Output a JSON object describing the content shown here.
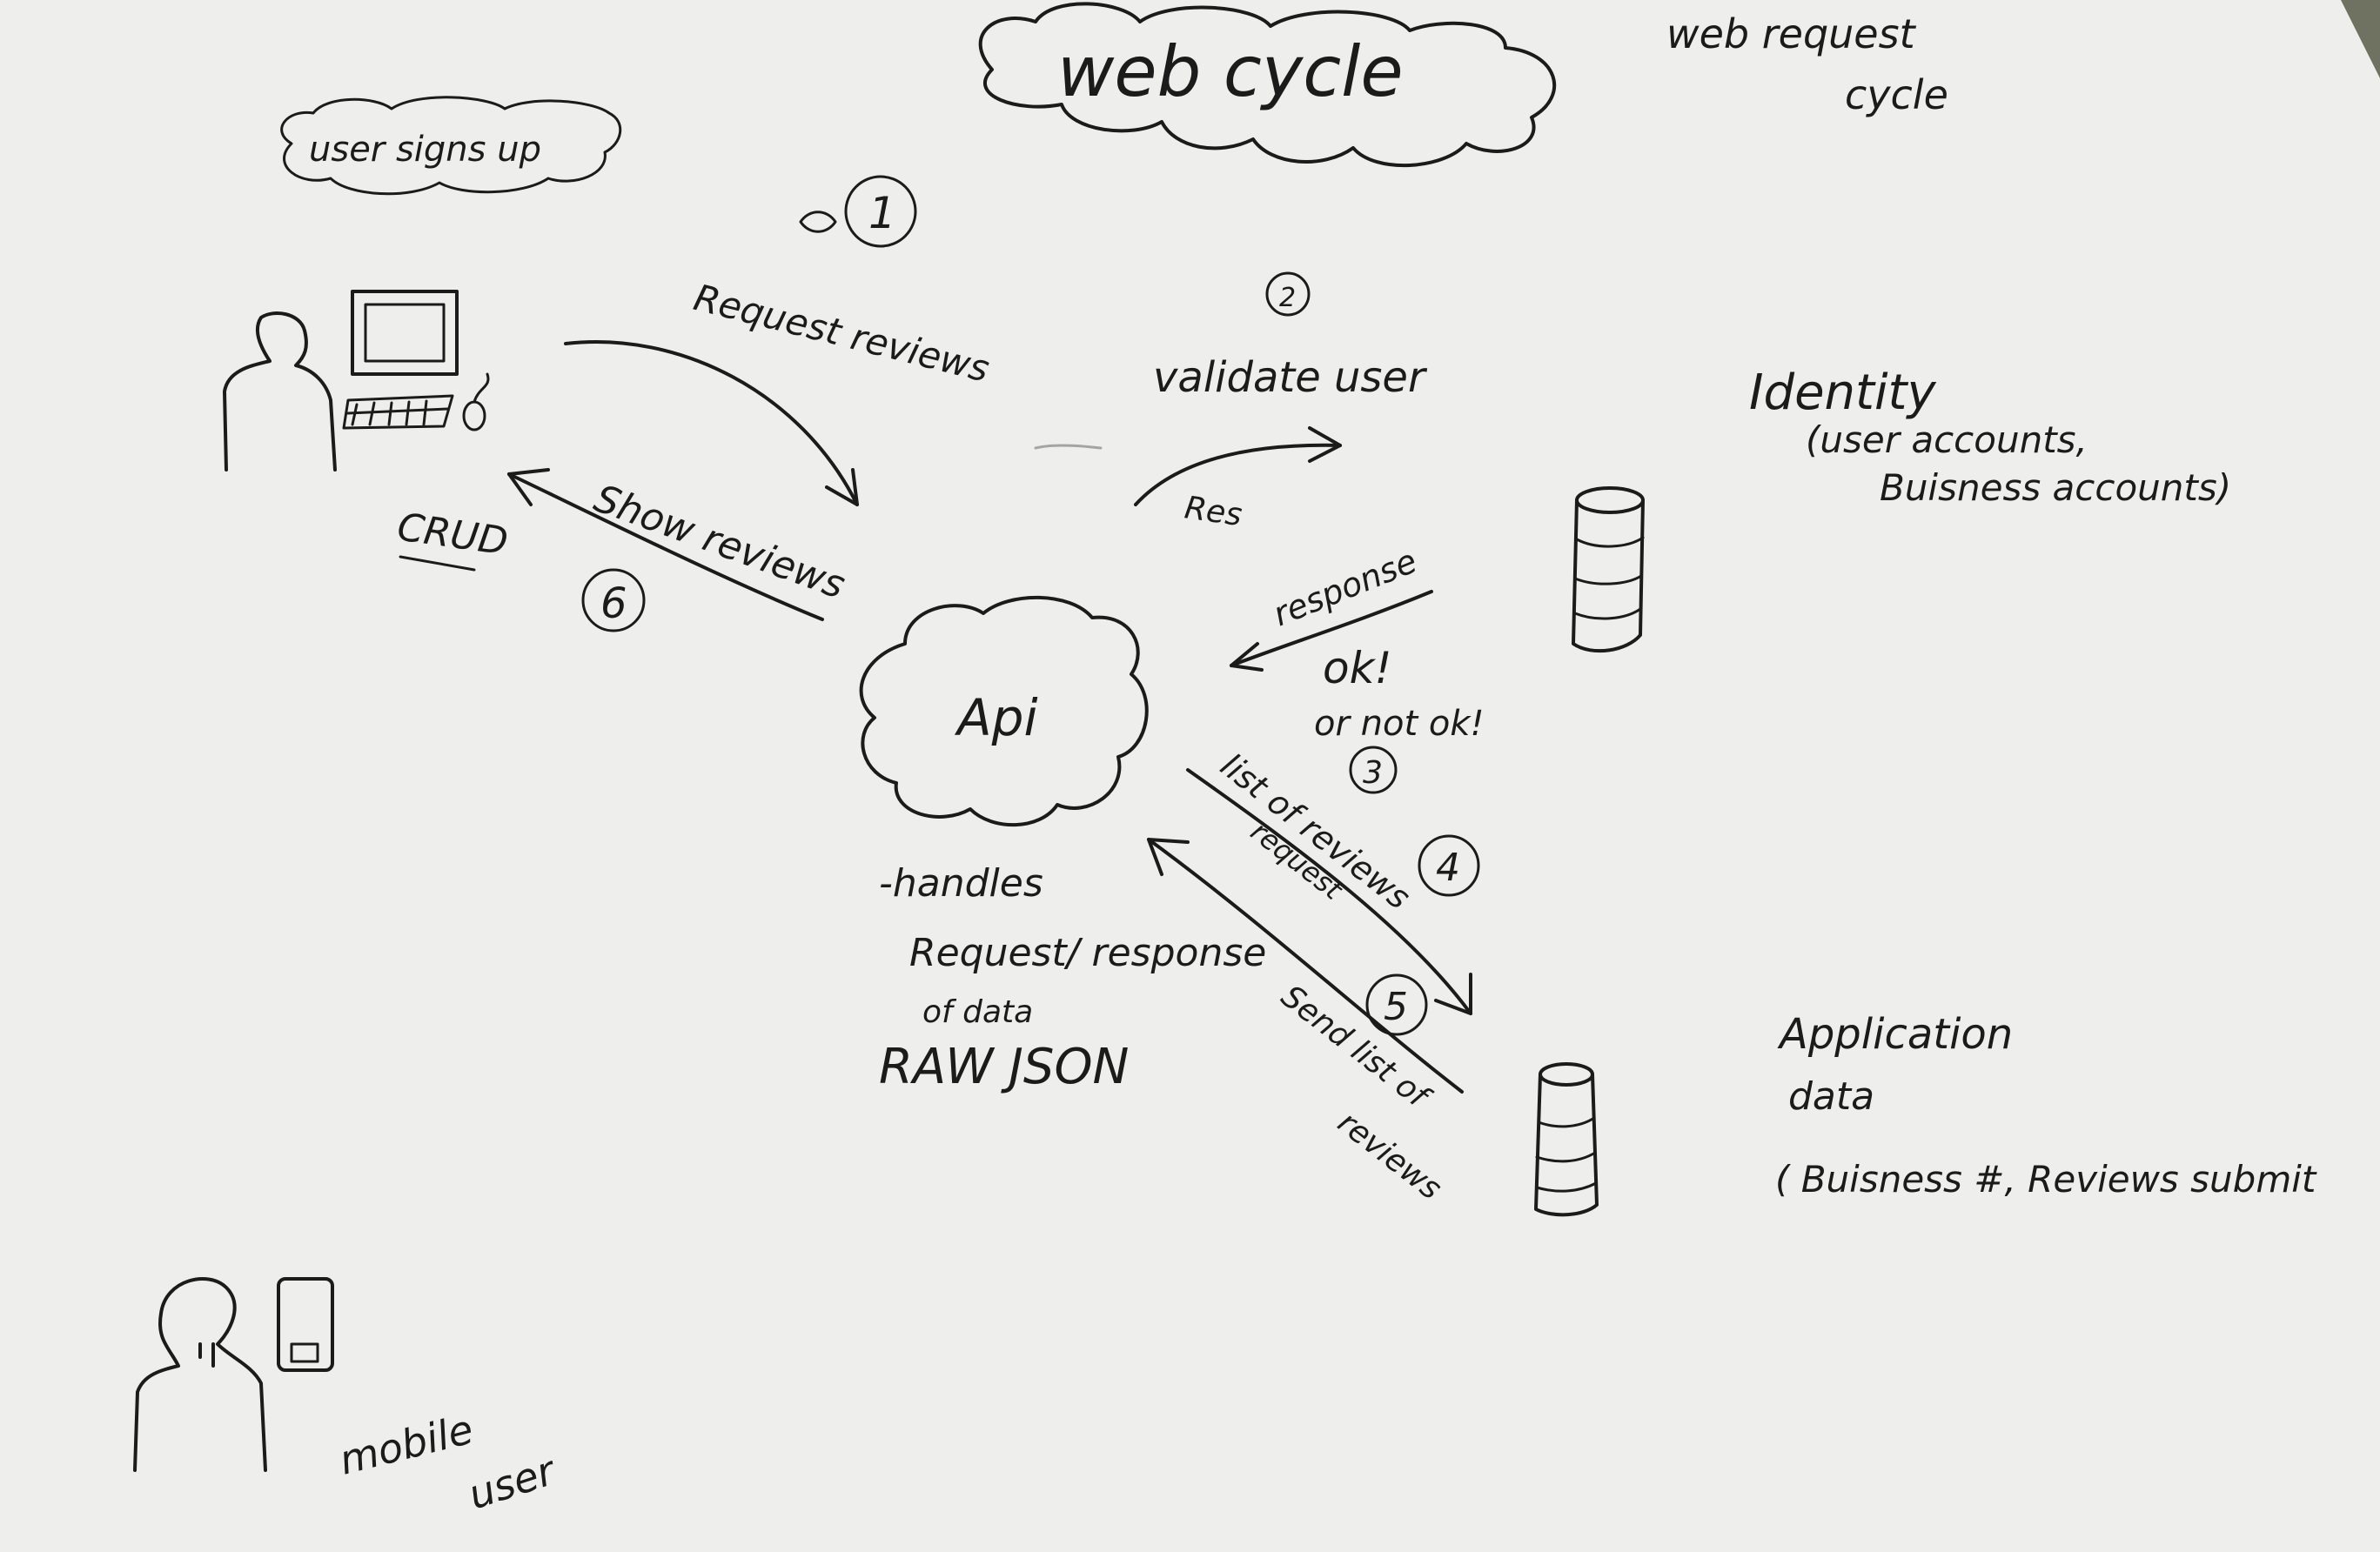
{
  "title": "web cycle",
  "subtitle": [
    "web request",
    "cycle"
  ],
  "cloud_user_signs_up": "user   signs up",
  "steps": {
    "s1": "1",
    "s2": "2",
    "s3": "3",
    "s4": "4",
    "s5": "5",
    "s6": "6"
  },
  "labels": {
    "request_reviews": "Request reviews",
    "validate_user": "validate user",
    "res": "Res",
    "show_reviews": "Show reviews",
    "crud": "CRUD",
    "api": "Api",
    "response": "response",
    "ok": "ok!",
    "or_not_ok": "or not ok!",
    "list_of_reviews": "list of reviews",
    "request": "request",
    "send_list_of_reviews_1": "Send   list of",
    "send_list_of_reviews_2": "reviews",
    "handles": [
      "-handles",
      "Request/ response",
      "of data",
      "RAW JSON"
    ],
    "mobile_user": [
      "mobile",
      "user"
    ]
  },
  "identity": {
    "title": "Identity",
    "line1": "(user accounts,",
    "line2": "Buisness accounts)"
  },
  "application_data": {
    "title": "Application",
    "line1": "data",
    "line2": "( Buisness #, Reviews submit"
  }
}
